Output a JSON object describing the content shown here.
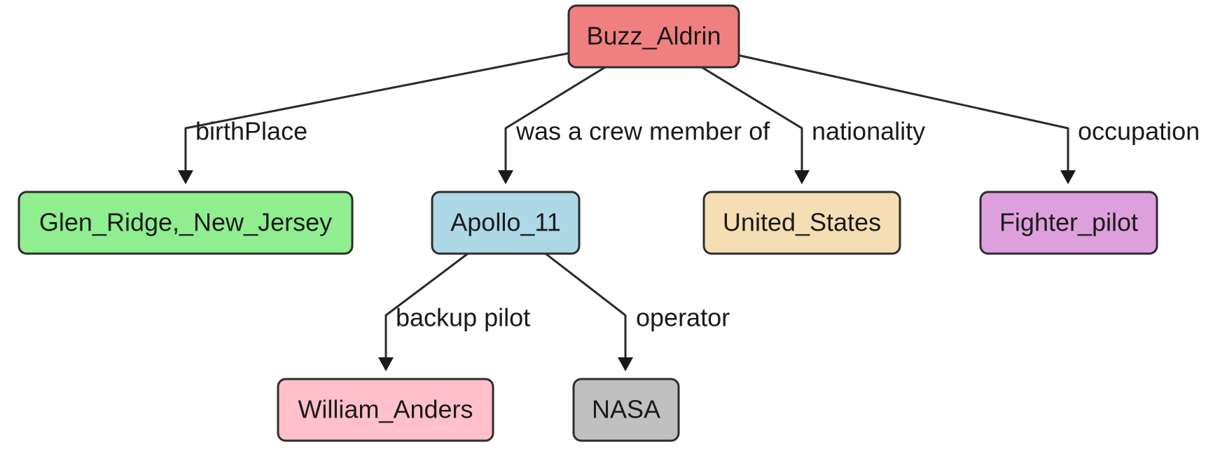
{
  "nodes": [
    {
      "id": "buzz",
      "label": "Buzz_Aldrin",
      "color": "#f08080"
    },
    {
      "id": "glen",
      "label": "Glen_Ridge,_New_Jersey",
      "color": "#90ee90"
    },
    {
      "id": "apollo",
      "label": "Apollo_11",
      "color": "#add8e6"
    },
    {
      "id": "us",
      "label": "United_States",
      "color": "#f5deb3"
    },
    {
      "id": "fighter",
      "label": "Fighter_pilot",
      "color": "#dda0dd"
    },
    {
      "id": "william",
      "label": "William_Anders",
      "color": "#ffc0cb"
    },
    {
      "id": "nasa",
      "label": "NASA",
      "color": "#c0c0c0"
    }
  ],
  "edges": [
    {
      "from": "buzz",
      "to": "glen",
      "label": "birthPlace"
    },
    {
      "from": "buzz",
      "to": "apollo",
      "label": "was a crew member of"
    },
    {
      "from": "buzz",
      "to": "us",
      "label": "nationality"
    },
    {
      "from": "buzz",
      "to": "fighter",
      "label": "occupation"
    },
    {
      "from": "apollo",
      "to": "william",
      "label": "backup pilot"
    },
    {
      "from": "apollo",
      "to": "nasa",
      "label": "operator"
    }
  ]
}
